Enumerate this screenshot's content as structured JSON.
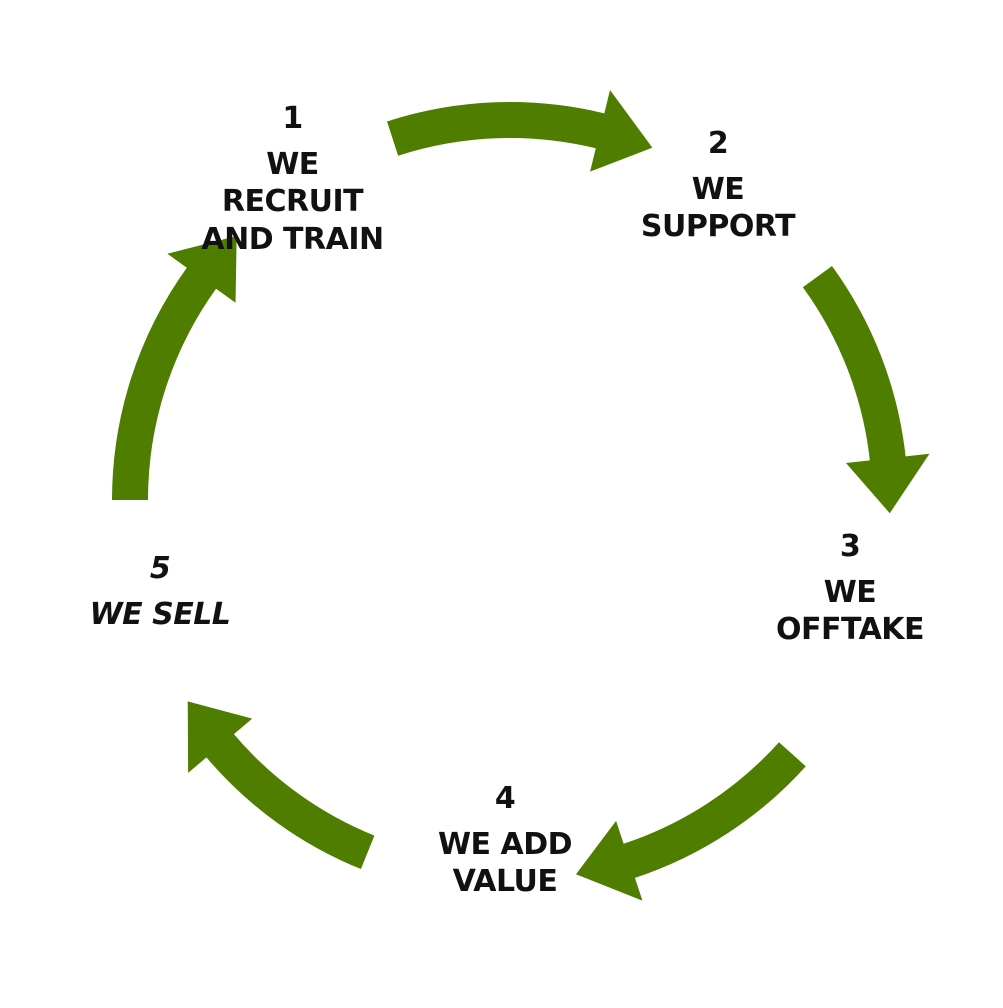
{
  "diagram": {
    "type": "cycle",
    "arrow_color": "#4e7d00",
    "steps": [
      {
        "number": "1",
        "text": "WE\nRECRUIT\nAND TRAIN",
        "italic": false
      },
      {
        "number": "2",
        "text": "WE\nSUPPORT",
        "italic": false
      },
      {
        "number": "3",
        "text": "WE\nOFFTAKE",
        "italic": false
      },
      {
        "number": "4",
        "text": "WE ADD\nVALUE",
        "italic": false
      },
      {
        "number": "5",
        "text": "WE SELL",
        "italic": true
      }
    ]
  }
}
